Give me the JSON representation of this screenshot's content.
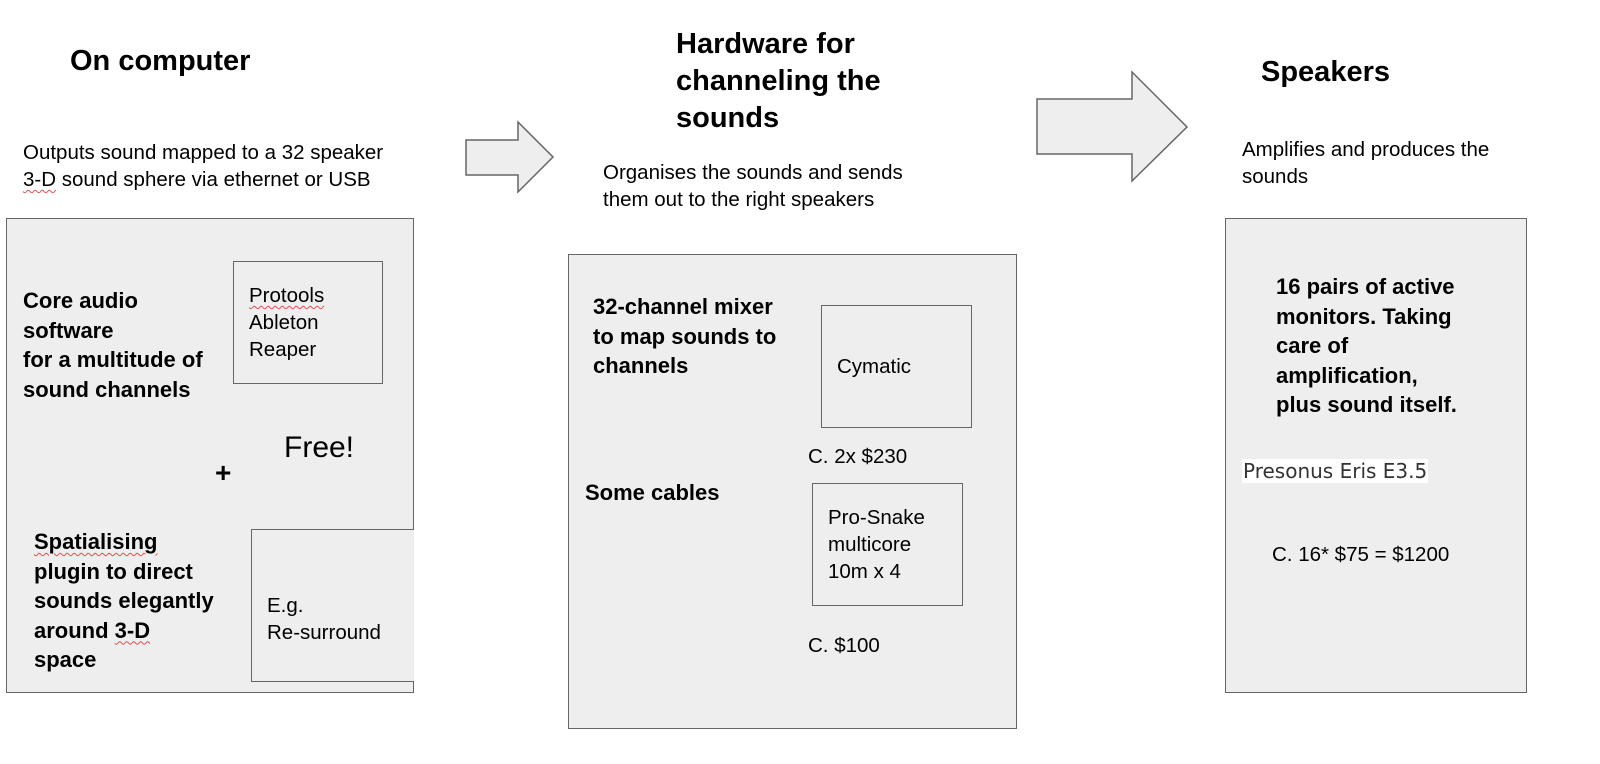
{
  "columns": [
    {
      "title": "On computer",
      "description_lines": [
        "Outputs sound mapped to a 32 speaker",
        "3-D sound sphere via ethernet or USB"
      ],
      "description_flagged_word": "3-D",
      "items": {
        "core": {
          "heading_lines": [
            "Core audio",
            "software",
            "for a multitude of",
            "sound channels"
          ],
          "examples": [
            "Protools",
            "Ableton",
            "Reaper"
          ]
        },
        "cost": "Free!",
        "plus": "+",
        "plugin": {
          "heading_lines": [
            "Spatialising",
            "plugin to direct",
            "sounds elegantly",
            "around 3-D",
            "space"
          ],
          "examples": [
            "E.g.",
            "Re-surround"
          ]
        }
      }
    },
    {
      "title_lines": [
        "Hardware for",
        "channeling the",
        "sounds"
      ],
      "description_lines": [
        "Organises the sounds and sends",
        "them out to the right speakers"
      ],
      "items": {
        "mixer": {
          "heading_lines": [
            "32-channel mixer",
            "to map sounds to",
            "channels"
          ],
          "example": "Cymatic",
          "cost": "C. 2x $230"
        },
        "cables": {
          "heading": "Some cables",
          "examples": [
            "Pro-Snake",
            "multicore",
            "10m x 4"
          ],
          "cost": "C. $100"
        }
      }
    },
    {
      "title": "Speakers",
      "description_lines": [
        "Amplifies and produces the",
        "sounds"
      ],
      "items": {
        "monitors": {
          "heading_lines": [
            "16 pairs of active",
            "monitors. Taking",
            "care of",
            "amplification,",
            "plus sound itself."
          ],
          "model": "Presonus Eris E3.5",
          "cost": "C. 16* $75 = $1200"
        }
      }
    }
  ],
  "arrows": [
    {
      "from": "On computer",
      "to": "Hardware for channeling the sounds"
    },
    {
      "from": "Hardware for channeling the sounds",
      "to": "Speakers"
    }
  ],
  "colors": {
    "box_fill": "#eeeeee",
    "box_stroke": "#666666",
    "spellcheck_underline": "#e05050"
  }
}
